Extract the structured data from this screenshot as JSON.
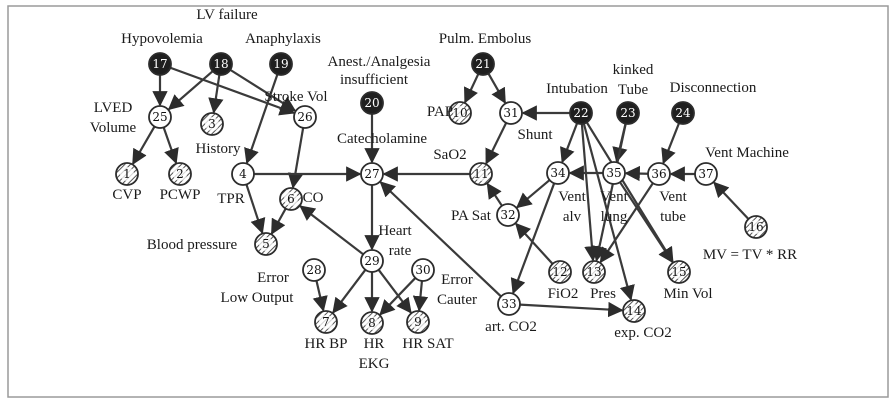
{
  "nodes": [
    {
      "id": "1",
      "style": "hatched",
      "number": "1",
      "label": "CVP"
    },
    {
      "id": "2",
      "style": "hatched",
      "number": "2",
      "label": "PCWP"
    },
    {
      "id": "3",
      "style": "hatched",
      "number": "3",
      "label": "History"
    },
    {
      "id": "4",
      "style": "white",
      "number": "4",
      "label": "TPR"
    },
    {
      "id": "5",
      "style": "hatched",
      "number": "5",
      "label": "Blood pressure"
    },
    {
      "id": "6",
      "style": "hatched",
      "number": "6",
      "label": "CO"
    },
    {
      "id": "7",
      "style": "hatched",
      "number": "7",
      "label": "HR BP"
    },
    {
      "id": "8",
      "style": "hatched",
      "number": "8",
      "label": "HR EKG"
    },
    {
      "id": "9",
      "style": "hatched",
      "number": "9",
      "label": "HR SAT"
    },
    {
      "id": "10",
      "style": "hatched",
      "number": "10",
      "label": "PAP"
    },
    {
      "id": "11",
      "style": "hatched",
      "number": "11",
      "label": "SaO2"
    },
    {
      "id": "12",
      "style": "hatched",
      "number": "12",
      "label": "FiO2"
    },
    {
      "id": "13",
      "style": "hatched",
      "number": "13",
      "label": "Pres"
    },
    {
      "id": "14",
      "style": "hatched",
      "number": "14",
      "label": "exp. CO2"
    },
    {
      "id": "15",
      "style": "hatched",
      "number": "15",
      "label": "Min Vol"
    },
    {
      "id": "16",
      "style": "hatched",
      "number": "16",
      "label": "MV = TV * RR"
    },
    {
      "id": "17",
      "style": "dark",
      "number": "17",
      "label": "Hypovolemia"
    },
    {
      "id": "18",
      "style": "dark",
      "number": "18",
      "label": "LV failure"
    },
    {
      "id": "19",
      "style": "dark",
      "number": "19",
      "label": "Anaphylaxis"
    },
    {
      "id": "20",
      "style": "dark",
      "number": "20",
      "label": "Anest./Analgesia insufficient"
    },
    {
      "id": "21",
      "style": "dark",
      "number": "21",
      "label": "Pulm. Embolus"
    },
    {
      "id": "22",
      "style": "dark",
      "number": "22",
      "label": "Intubation"
    },
    {
      "id": "23",
      "style": "dark",
      "number": "23",
      "label": "kinked Tube"
    },
    {
      "id": "24",
      "style": "dark",
      "number": "24",
      "label": "Disconnection"
    },
    {
      "id": "25",
      "style": "white",
      "number": "25",
      "label": "LVED Volume"
    },
    {
      "id": "26",
      "style": "white",
      "number": "26",
      "label": "Stroke Vol"
    },
    {
      "id": "27",
      "style": "white",
      "number": "27",
      "label": "Catecholamine"
    },
    {
      "id": "28",
      "style": "white",
      "number": "28",
      "label": "Error Low Output"
    },
    {
      "id": "29",
      "style": "white",
      "number": "29",
      "label": "Heart rate"
    },
    {
      "id": "30",
      "style": "white",
      "number": "30",
      "label": "Error Cauter"
    },
    {
      "id": "31",
      "style": "white",
      "number": "31",
      "label": "Shunt"
    },
    {
      "id": "32",
      "style": "white",
      "number": "32",
      "label": "PA Sat"
    },
    {
      "id": "33",
      "style": "white",
      "number": "33",
      "label": "art. CO2"
    },
    {
      "id": "34",
      "style": "white",
      "number": "34",
      "label": "Vent alv"
    },
    {
      "id": "35",
      "style": "white",
      "number": "35",
      "label": "Vent lung"
    },
    {
      "id": "36",
      "style": "white",
      "number": "36",
      "label": "Vent tube"
    },
    {
      "id": "37",
      "style": "white",
      "number": "37",
      "label": "Vent Machine"
    }
  ],
  "edges": [
    [
      "17",
      "25"
    ],
    [
      "18",
      "25"
    ],
    [
      "18",
      "3"
    ],
    [
      "18",
      "26"
    ],
    [
      "19",
      "4"
    ],
    [
      "17",
      "26"
    ],
    [
      "25",
      "1"
    ],
    [
      "25",
      "2"
    ],
    [
      "26",
      "6"
    ],
    [
      "4",
      "5"
    ],
    [
      "6",
      "5"
    ],
    [
      "4",
      "27"
    ],
    [
      "20",
      "27"
    ],
    [
      "11",
      "27"
    ],
    [
      "33",
      "27"
    ],
    [
      "27",
      "29"
    ],
    [
      "29",
      "6"
    ],
    [
      "28",
      "7"
    ],
    [
      "29",
      "7"
    ],
    [
      "29",
      "8"
    ],
    [
      "29",
      "9"
    ],
    [
      "30",
      "9"
    ],
    [
      "30",
      "8"
    ],
    [
      "21",
      "10"
    ],
    [
      "21",
      "31"
    ],
    [
      "22",
      "31"
    ],
    [
      "31",
      "11"
    ],
    [
      "32",
      "11"
    ],
    [
      "34",
      "32"
    ],
    [
      "12",
      "32"
    ],
    [
      "34",
      "33"
    ],
    [
      "22",
      "34"
    ],
    [
      "22",
      "15"
    ],
    [
      "22",
      "13"
    ],
    [
      "35",
      "34"
    ],
    [
      "23",
      "35"
    ],
    [
      "23",
      "13"
    ],
    [
      "36",
      "35"
    ],
    [
      "36",
      "13"
    ],
    [
      "24",
      "36"
    ],
    [
      "37",
      "36"
    ],
    [
      "16",
      "37"
    ],
    [
      "35",
      "15"
    ],
    [
      "33",
      "14"
    ],
    [
      "22",
      "14"
    ]
  ],
  "colors": {
    "dark_fill": "#1f1f1f",
    "hatch_fill": "#6a6a6a",
    "white_fill": "#ffffff",
    "edge": "#3a3a3a"
  }
}
